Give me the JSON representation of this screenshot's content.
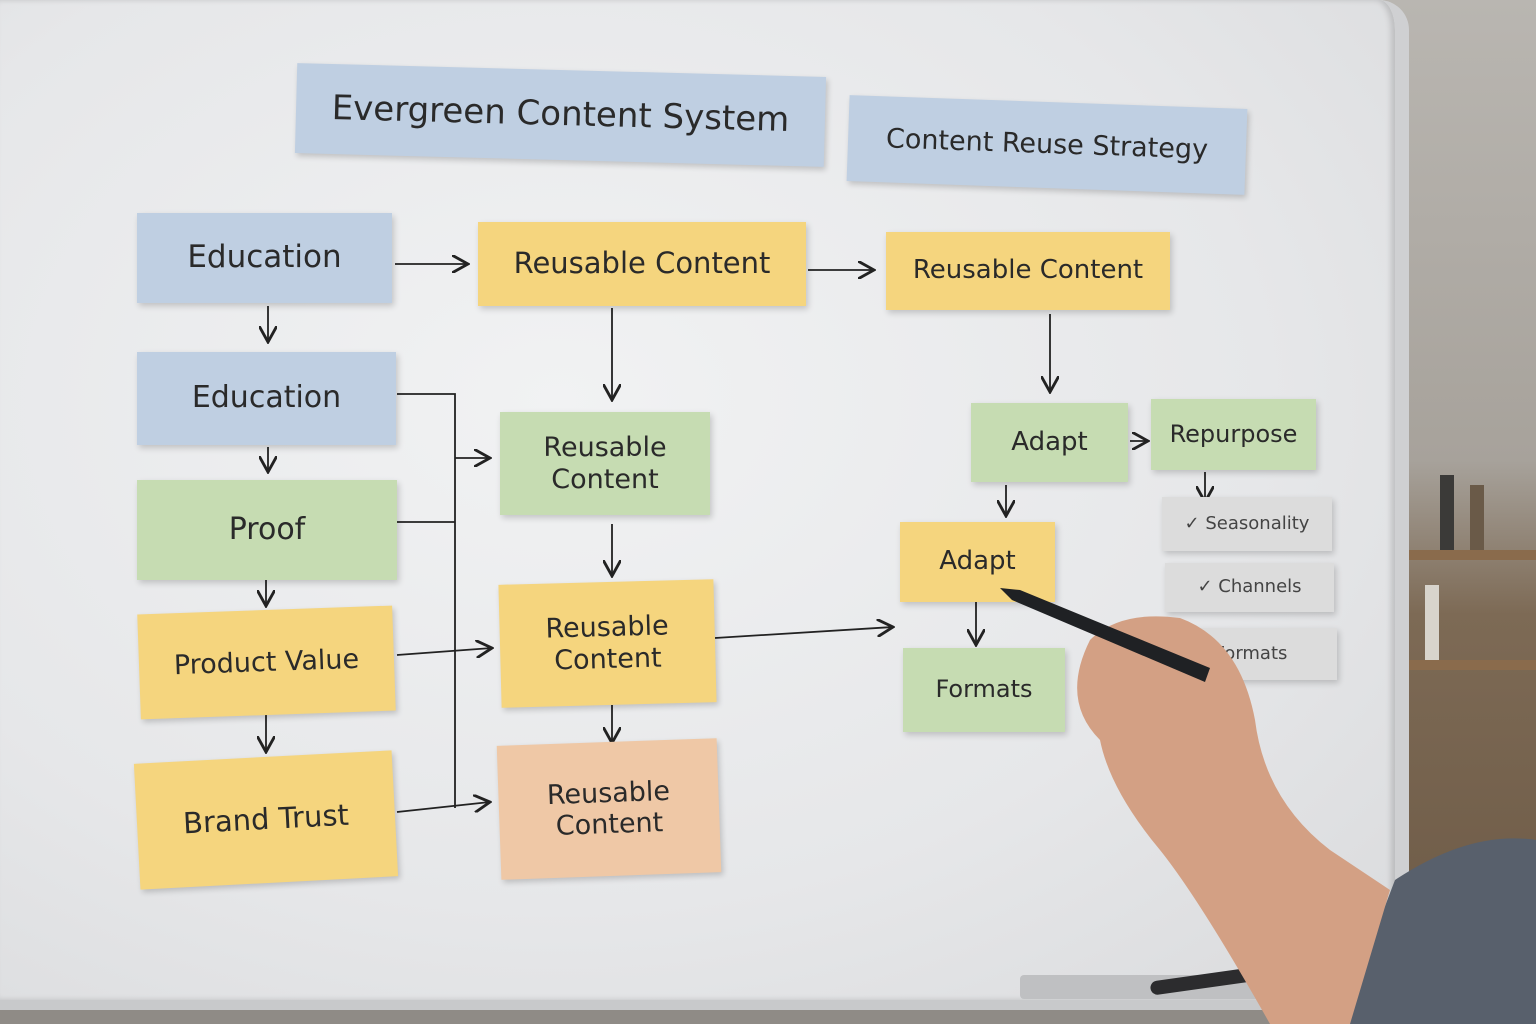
{
  "titles": {
    "main": "Evergreen Content System",
    "secondary": "Content Reuse Strategy"
  },
  "notes": {
    "education_top": "Education",
    "reusable_top_1": "Reusable Content",
    "reusable_top_2": "Reusable Content",
    "education_2": "Education",
    "reusable_green": "Reusable Content",
    "proof": "Proof",
    "product_value": "Product Value",
    "reusable_yellow": "Reusable Content",
    "brand_trust": "Brand Trust",
    "reusable_peach": "Reusable Content",
    "adapt_green": "Adapt",
    "repurpose": "Repurpose",
    "adapt_yellow": "Adapt",
    "formats_green": "Formats"
  },
  "checklist": [
    {
      "label": "Seasonality",
      "checked": true
    },
    {
      "label": "Channels",
      "checked": true
    },
    {
      "label": "Formats",
      "checked": false
    }
  ],
  "colors": {
    "blue": "#bfcfe2",
    "yellow": "#f5d57e",
    "green": "#c6dcb2",
    "peach": "#efc8a6",
    "gray": "#dcdcdc"
  }
}
